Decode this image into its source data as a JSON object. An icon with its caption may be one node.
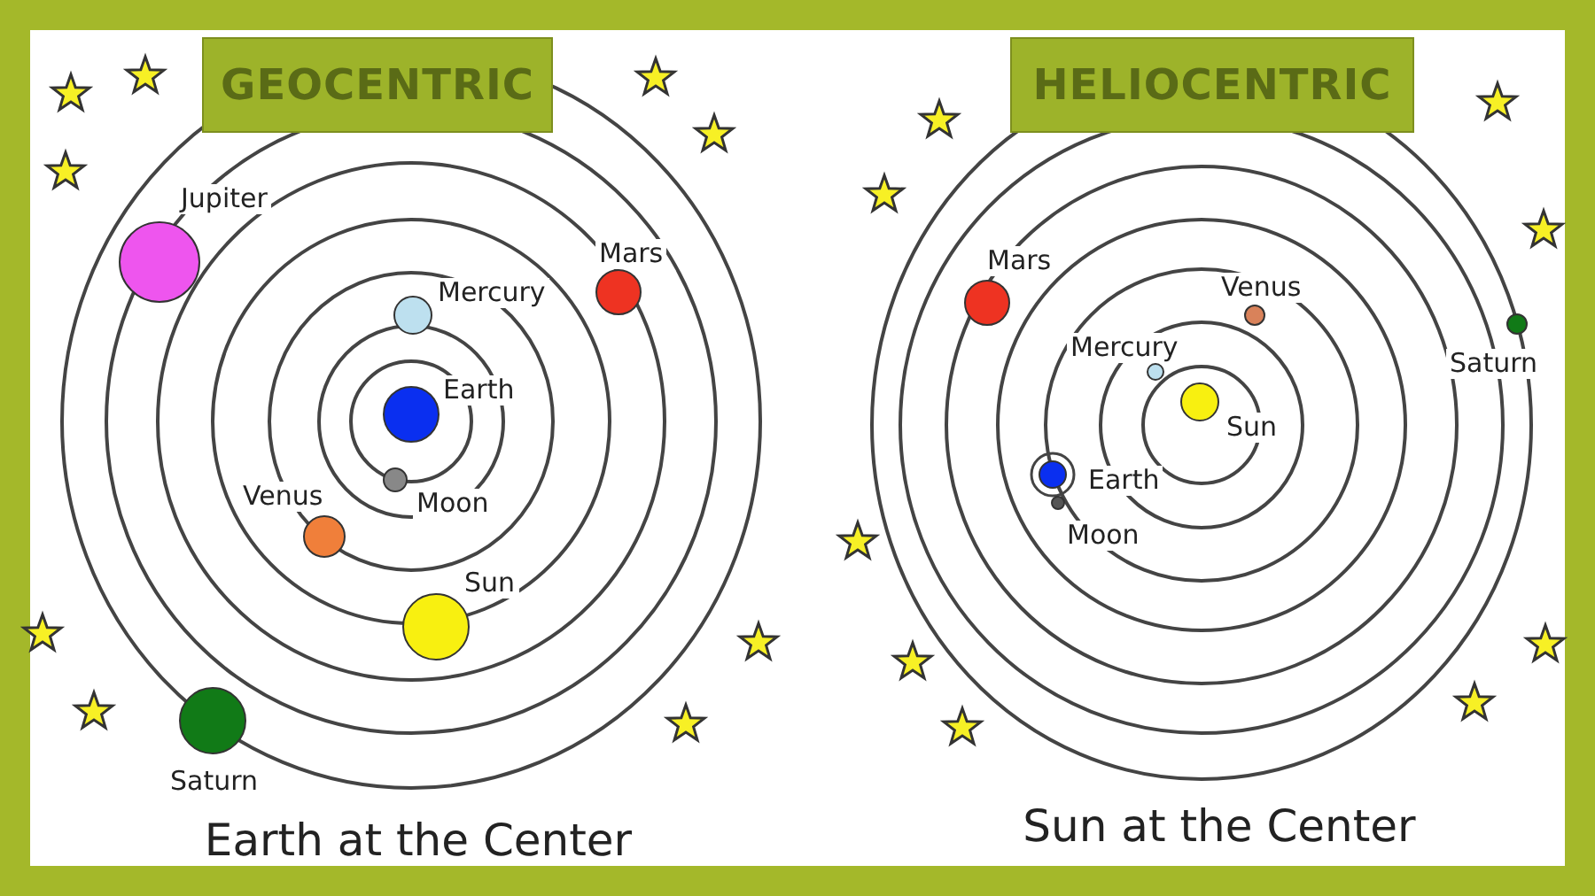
{
  "diagram": {
    "nodes": [
      {
        "text": [
          "GEOCENTRIC"
        ]
      },
      {
        "text": [
          "HELIOCENTRIC"
        ]
      },
      {
        "text": [],
        "shape": "circle",
        "beside": [
          "Jupiter"
        ]
      },
      {
        "text": [],
        "shape": "circle",
        "beside": [
          "Mars"
        ]
      },
      {
        "text": [],
        "shape": "circle",
        "beside": [
          "Mercury"
        ]
      },
      {
        "text": [],
        "shape": "circle",
        "beside": [
          "Earth"
        ]
      },
      {
        "text": [],
        "shape": "circle",
        "beside": [
          "Moon"
        ]
      },
      {
        "text": [],
        "shape": "circle",
        "beside": [
          "Venus"
        ]
      },
      {
        "text": [],
        "shape": "circle",
        "beside": [
          "Sun"
        ]
      },
      {
        "text": [],
        "shape": "circle",
        "beside": [
          "Saturn"
        ]
      },
      {
        "text": [],
        "shape": "circle",
        "beside": [
          "Mars"
        ]
      },
      {
        "text": [],
        "shape": "circle",
        "beside": [
          "Venus"
        ]
      },
      {
        "text": [],
        "shape": "circle",
        "beside": [
          "Saturn"
        ]
      },
      {
        "text": [],
        "shape": "circle",
        "beside": [
          "Mercury"
        ]
      },
      {
        "text": [],
        "shape": "circle",
        "beside": [
          "Sun"
        ]
      },
      {
        "text": [],
        "shape": "circle",
        "beside": [
          "Earth"
        ]
      },
      {
        "text": [],
        "shape": "circle",
        "beside": [
          "Moon"
        ]
      }
    ],
    "labels": [
      "Earth at the Center",
      "Sun at the Center"
    ]
  }
}
